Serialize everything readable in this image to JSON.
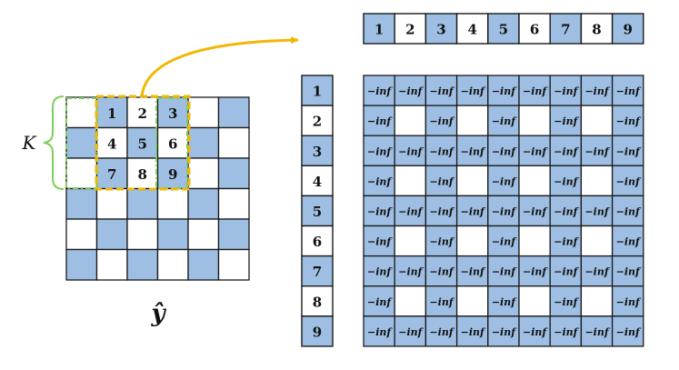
{
  "colors": {
    "cell_fill": "#9ebfe3",
    "cell_empty": "#ffffff",
    "border": "#1a1a1a",
    "window_outline": "#f2b705",
    "kernel_outline": "#7ccf5a",
    "arrow": "#f2b705"
  },
  "window_label": "K",
  "image_label": "ŷ",
  "window_cells": [
    "1",
    "2",
    "3",
    "4",
    "5",
    "6",
    "7",
    "8",
    "9"
  ],
  "row_strip": [
    "1",
    "2",
    "3",
    "4",
    "5",
    "6",
    "7",
    "8",
    "9"
  ],
  "column_strip": [
    "1",
    "2",
    "3",
    "4",
    "5",
    "6",
    "7",
    "8",
    "9"
  ],
  "mask_fill_text": "−inf",
  "image_grid": {
    "rows": 6,
    "cols": 6,
    "checkerboard_start": "white"
  },
  "mask_matrix": {
    "rows": 9,
    "cols": 9,
    "rule": "cell is −inf when row or column index is odd (1-based)"
  }
}
